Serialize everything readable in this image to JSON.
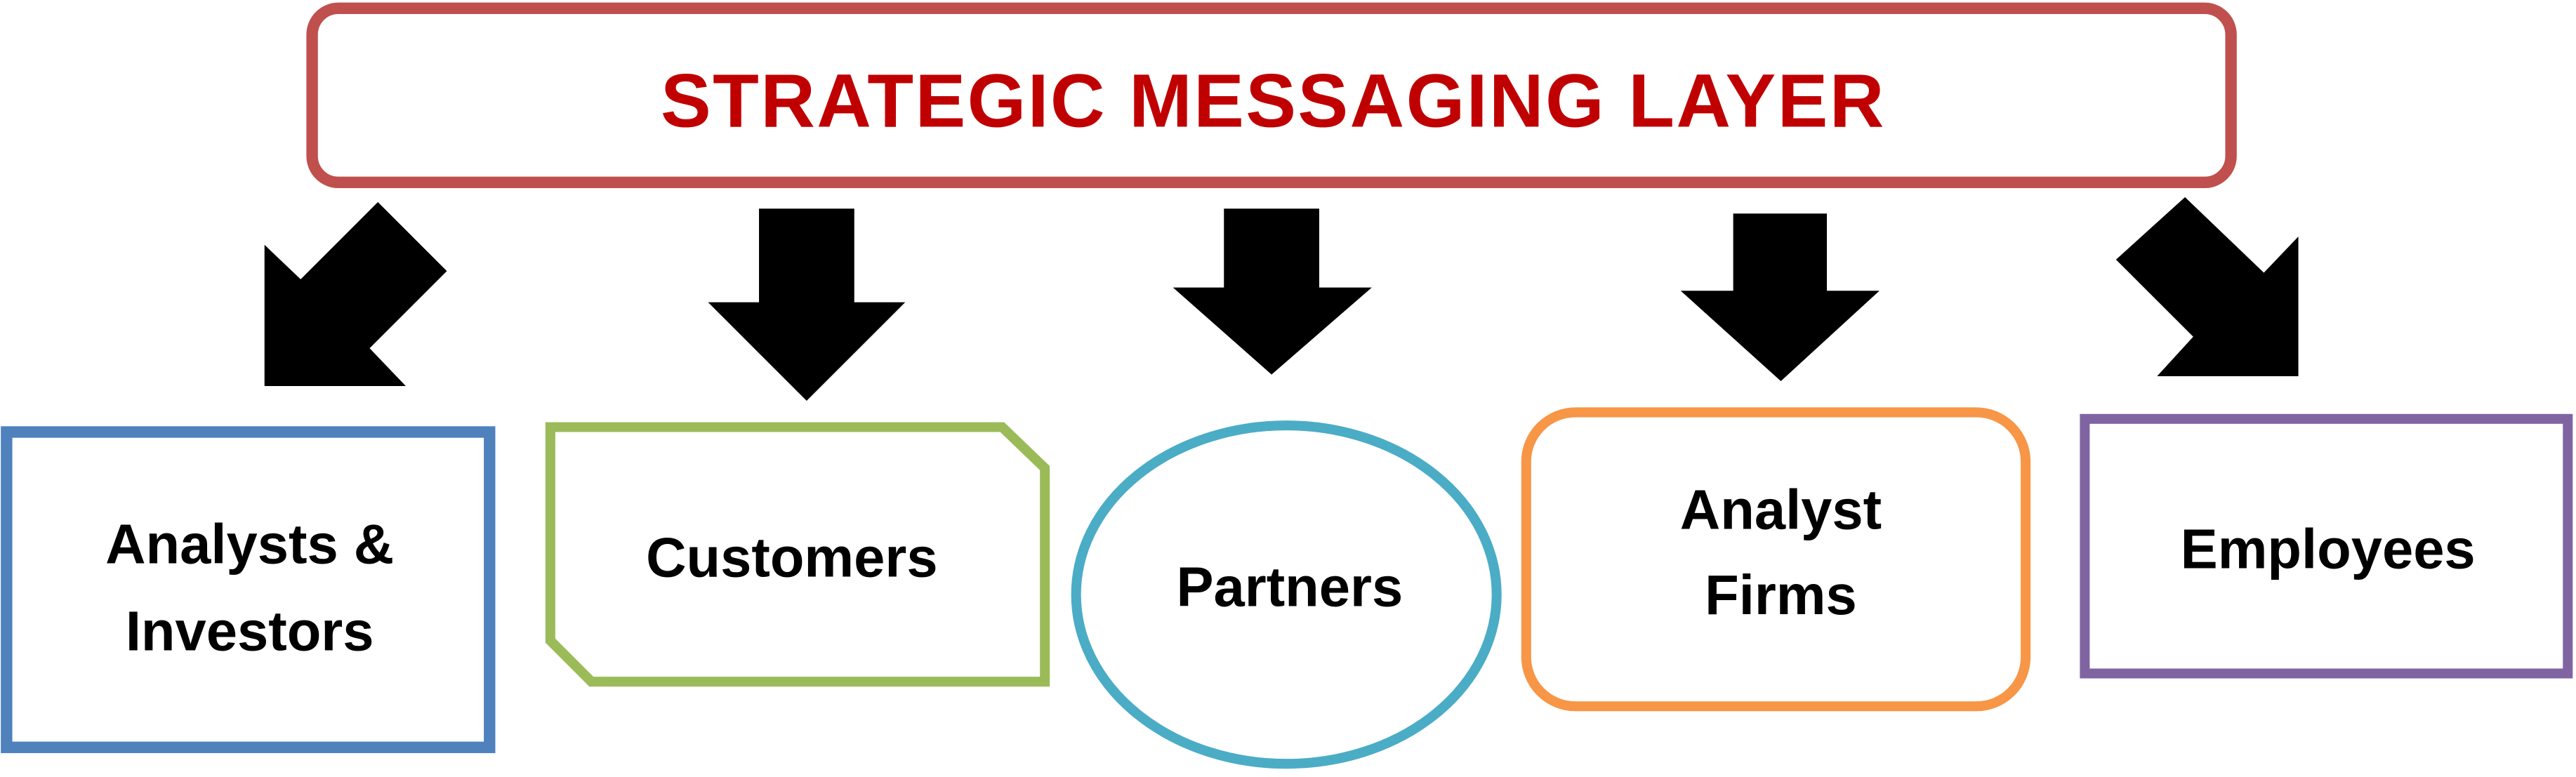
{
  "title": {
    "text": "STRATEGIC MESSAGING LAYER",
    "color": "#C00000",
    "border_color": "#C0504D"
  },
  "arrow_color": "#000000",
  "audiences": [
    {
      "lines": [
        "Analysts &",
        "Investors"
      ],
      "shape": "rectangle",
      "color": "#4F81BD"
    },
    {
      "lines": [
        "Customers"
      ],
      "shape": "snipped-rectangle",
      "color": "#9BBB59"
    },
    {
      "lines": [
        "Partners"
      ],
      "shape": "ellipse",
      "color": "#4BACC6"
    },
    {
      "lines": [
        "Analyst",
        "Firms"
      ],
      "shape": "rounded-rectangle",
      "color": "#F79646"
    },
    {
      "lines": [
        "Employees"
      ],
      "shape": "rectangle",
      "color": "#8064A2"
    }
  ]
}
